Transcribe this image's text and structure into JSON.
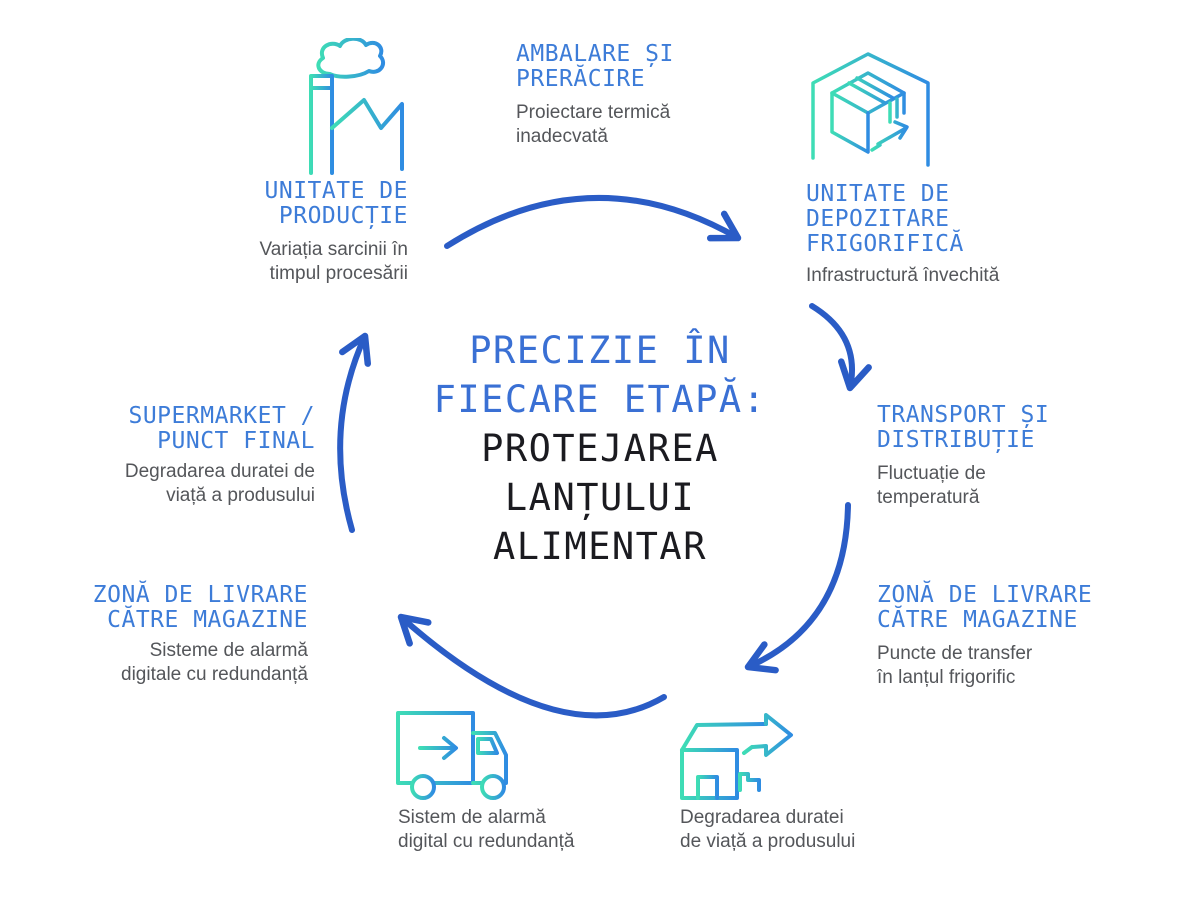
{
  "title_center": {
    "lines_blue": [
      "PRECIZIE ÎN",
      "FIECARE ETAPĂ:"
    ],
    "lines_dark": [
      "PROTEJAREA",
      "LANȚULUI",
      "ALIMENTAR"
    ]
  },
  "stages": {
    "production": {
      "title": [
        "UNITATE DE",
        "PRODUCȚIE"
      ],
      "desc": [
        "Variația sarcinii în",
        "timpul procesării"
      ],
      "icon": "factory-icon"
    },
    "packaging": {
      "title": [
        "AMBALARE ȘI",
        "PRERĂCIRE"
      ],
      "desc": [
        "Proiectare termică",
        "inadecvată"
      ]
    },
    "cold_storage": {
      "title": [
        "UNITATE DE",
        "DEPOZITARE",
        "FRIGORIFICĂ"
      ],
      "desc": [
        "Infrastructură învechită"
      ],
      "icon": "box-icon"
    },
    "transport": {
      "title": [
        "TRANSPORT ȘI",
        "DISTRIBUȚIE"
      ],
      "desc": [
        "Fluctuație de",
        "temperatură"
      ]
    },
    "delivery_right": {
      "title": [
        "ZONĂ DE LIVRARE",
        "CĂTRE MAGAZINE"
      ],
      "desc": [
        "Puncte de transfer",
        "în lanțul frigorific"
      ]
    },
    "shelf_life": {
      "desc": [
        "Degradarea duratei",
        "de viață a produsului"
      ],
      "icon": "house-arrow-icon"
    },
    "alarm": {
      "desc": [
        "Sistem de alarmă",
        "digital cu redundanță"
      ],
      "icon": "truck-icon"
    },
    "delivery_left": {
      "title": [
        "ZONĂ DE LIVRARE",
        "CĂTRE MAGAZINE"
      ],
      "desc": [
        "Sisteme de alarmă",
        "digitale cu redundanță"
      ]
    },
    "supermarket": {
      "title": [
        "SUPERMARKET /",
        "PUNCT FINAL"
      ],
      "desc": [
        "Degradarea duratei de",
        "viață a produsului"
      ]
    }
  },
  "colors": {
    "header_blue": "#3d7cd8",
    "title_blue": "#3a70d4",
    "title_dark": "#1b1b20",
    "body_gray": "#54565a",
    "arrow_blue": "#2a5cc6",
    "icon_teal": "#3eddb5",
    "icon_blue": "#2f8ce2"
  }
}
